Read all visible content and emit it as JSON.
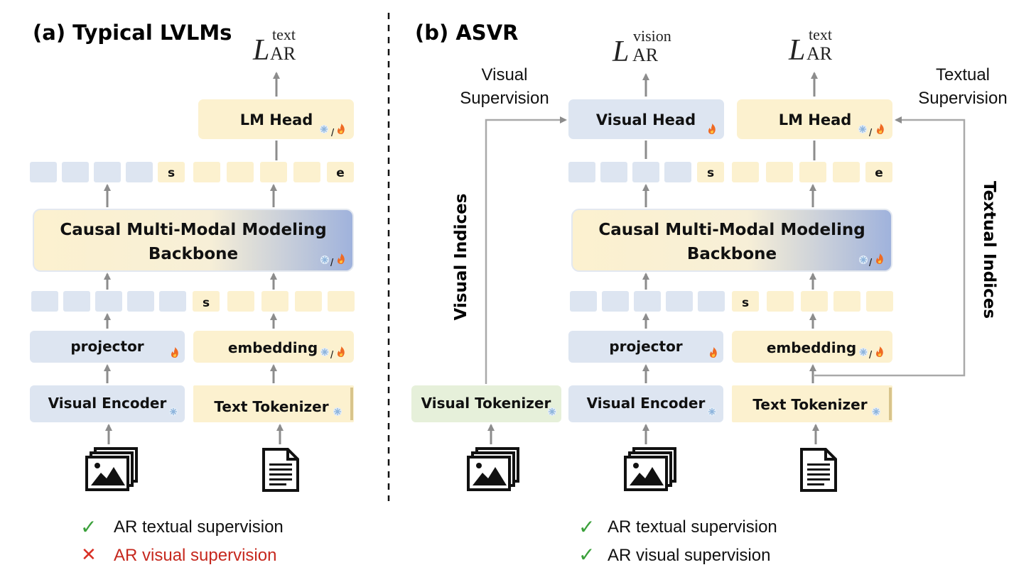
{
  "panel_a": {
    "title": "(a)  Typical LVLMs",
    "loss": {
      "symbol": "L",
      "sup": "text",
      "sub": "AR"
    },
    "lm_head": "LM Head",
    "backbone_line1": "Causal Multi-Modal Modeling",
    "backbone_line2": "Backbone",
    "projector": "projector",
    "embedding": "embedding",
    "visual_encoder": "Visual Encoder",
    "text_tokenizer": "Text Tokenizer",
    "token_s": "s",
    "token_e": "e",
    "legend": [
      {
        "mark": "✓",
        "text": "AR textual supervision",
        "status": "yes"
      },
      {
        "mark": "✕",
        "text": "AR visual supervision",
        "status": "no"
      }
    ]
  },
  "panel_b": {
    "title": "(b)  ASVR",
    "loss_vision": {
      "symbol": "L",
      "sup": "vision",
      "sub": "AR"
    },
    "loss_text": {
      "symbol": "L",
      "sup": "text",
      "sub": "AR"
    },
    "visual_supervision_line1": "Visual",
    "visual_supervision_line2": "Supervision",
    "textual_supervision_line1": "Textual",
    "textual_supervision_line2": "Supervision",
    "visual_indices": "Visual Indices",
    "textual_indices": "Textual Indices",
    "visual_head": "Visual Head",
    "lm_head": "LM Head",
    "backbone_line1": "Causal Multi-Modal Modeling",
    "backbone_line2": "Backbone",
    "projector": "projector",
    "embedding": "embedding",
    "visual_tokenizer": "Visual Tokenizer",
    "visual_encoder": "Visual Encoder",
    "text_tokenizer": "Text Tokenizer",
    "token_s": "s",
    "token_e": "e",
    "legend": [
      {
        "mark": "✓",
        "text": "AR textual supervision",
        "status": "yes"
      },
      {
        "mark": "✓",
        "text": "AR visual supervision",
        "status": "yes"
      }
    ]
  },
  "icons": {
    "frozen": "snowflake-icon",
    "trainable": "flame-icon",
    "slash": "/",
    "image": "image-stack-icon",
    "document": "document-icon"
  },
  "colors": {
    "blue": "#dde5f1",
    "yellow": "#fcf1cf",
    "green": "#e6f0da",
    "arrow": "#8c8c8c",
    "check": "#3aa03a",
    "cross": "#d93025",
    "red_text": "#c6281e"
  }
}
